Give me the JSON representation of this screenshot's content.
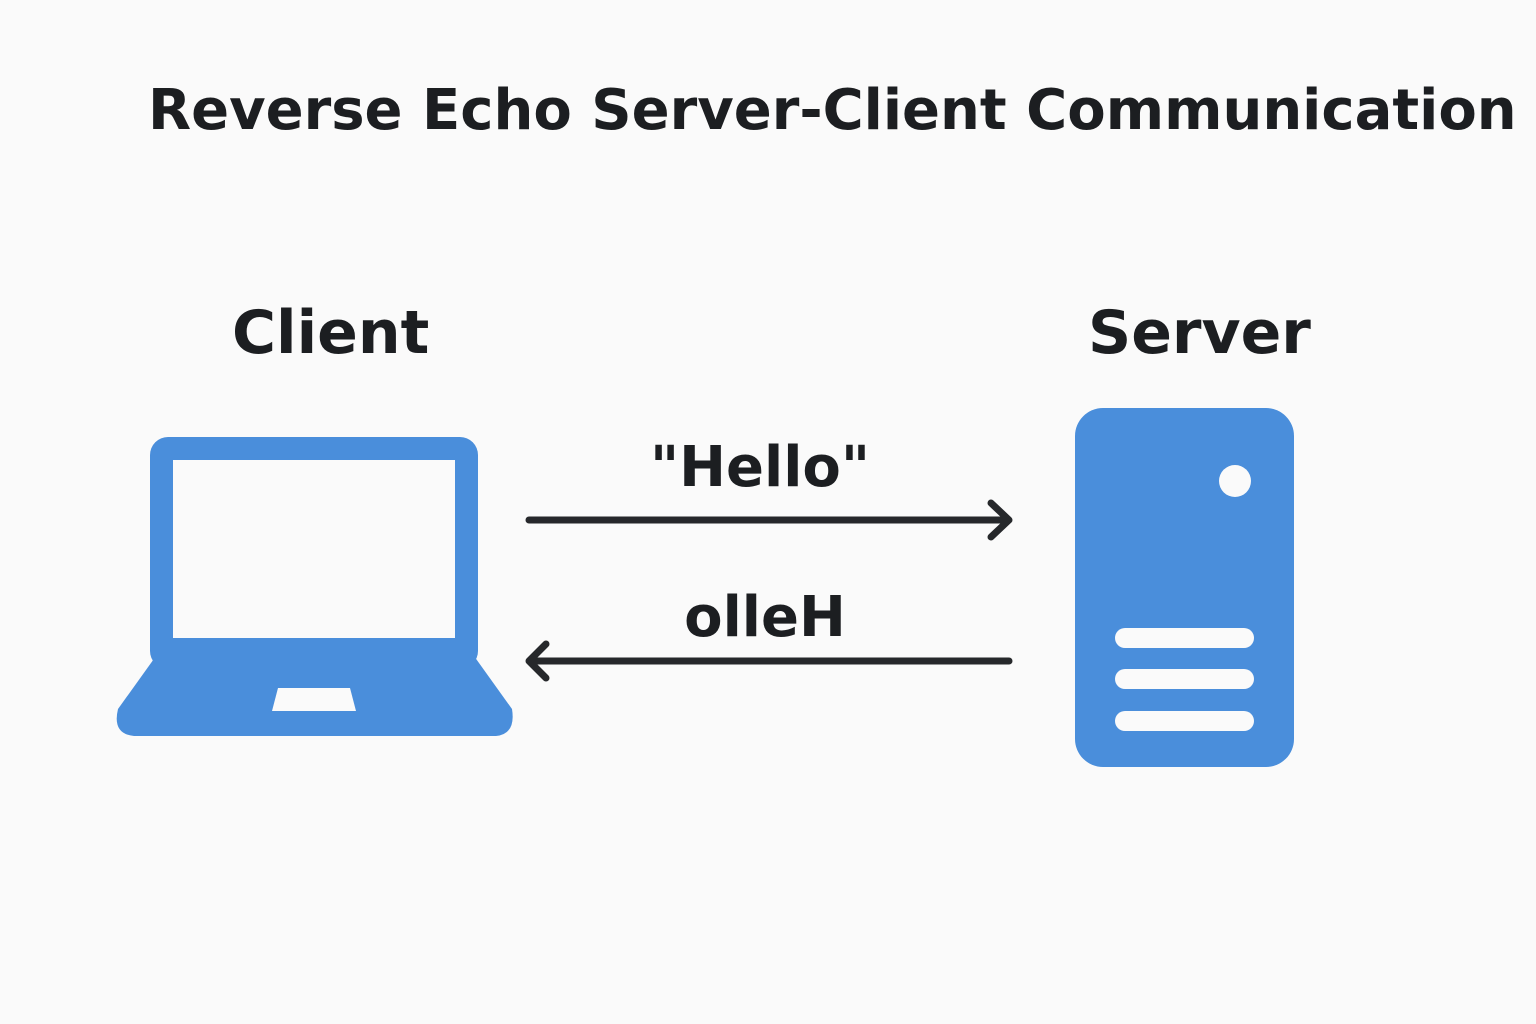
{
  "title": "Reverse Echo Server-Client Communication",
  "client": {
    "label": "Client",
    "icon": "laptop-icon"
  },
  "server": {
    "label": "Server",
    "icon": "server-icon"
  },
  "messages": {
    "request": "\"Hello\"",
    "response": "olleH"
  },
  "colors": {
    "icon": "#4a8edb",
    "text": "#1c1e21",
    "arrow": "#26282b",
    "background": "#fafafa"
  }
}
